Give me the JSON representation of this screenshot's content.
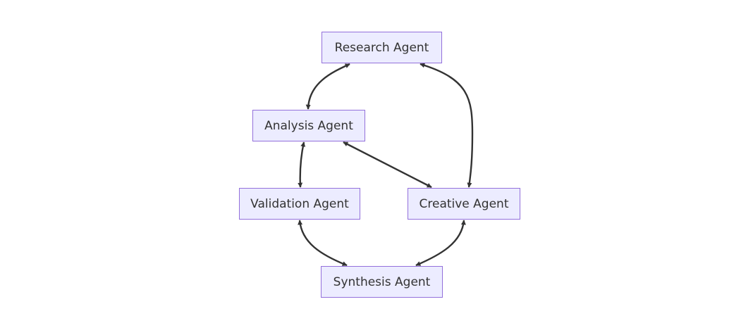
{
  "diagram": {
    "type": "flowchart",
    "colors": {
      "node_fill": "#ececff",
      "node_border": "#9370db",
      "edge": "#333333",
      "text": "#333333"
    },
    "nodes": {
      "research": "Research Agent",
      "analysis": "Analysis Agent",
      "validation": "Validation Agent",
      "creative": "Creative Agent",
      "synthesis": "Synthesis Agent"
    },
    "edges": [
      {
        "from": "research",
        "to": "analysis",
        "direction": "both"
      },
      {
        "from": "research",
        "to": "creative",
        "direction": "both"
      },
      {
        "from": "analysis",
        "to": "validation",
        "direction": "both"
      },
      {
        "from": "analysis",
        "to": "creative",
        "direction": "both"
      },
      {
        "from": "validation",
        "to": "synthesis",
        "direction": "both"
      },
      {
        "from": "creative",
        "to": "synthesis",
        "direction": "both"
      }
    ]
  }
}
